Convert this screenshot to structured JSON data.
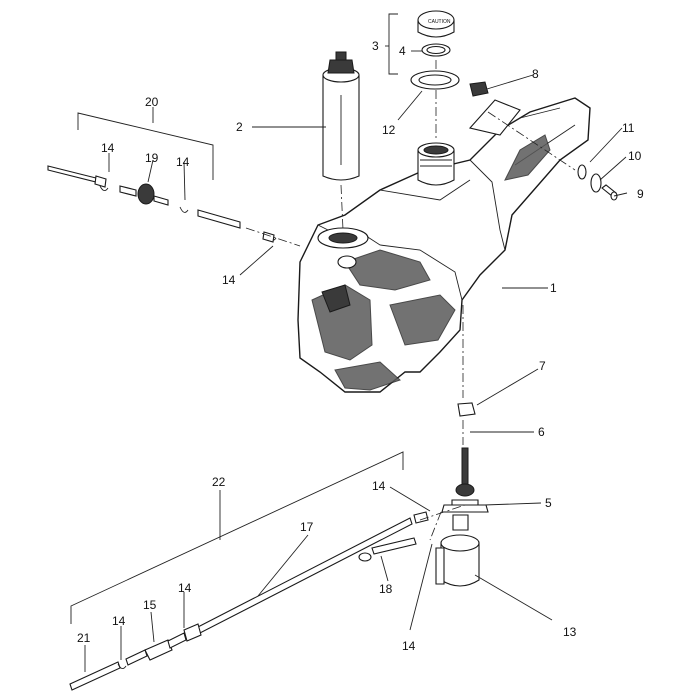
{
  "callouts": {
    "c1": "1",
    "c2": "2",
    "c3": "3",
    "c4": "4",
    "c5": "5",
    "c6": "6",
    "c7": "7",
    "c8": "8",
    "c9": "9",
    "c10": "10",
    "c11": "11",
    "c12": "12",
    "c13": "13",
    "c14": "14",
    "c15": "15",
    "c17": "17",
    "c18": "18",
    "c19": "19",
    "c20": "20",
    "c21": "21",
    "c22": "22"
  }
}
